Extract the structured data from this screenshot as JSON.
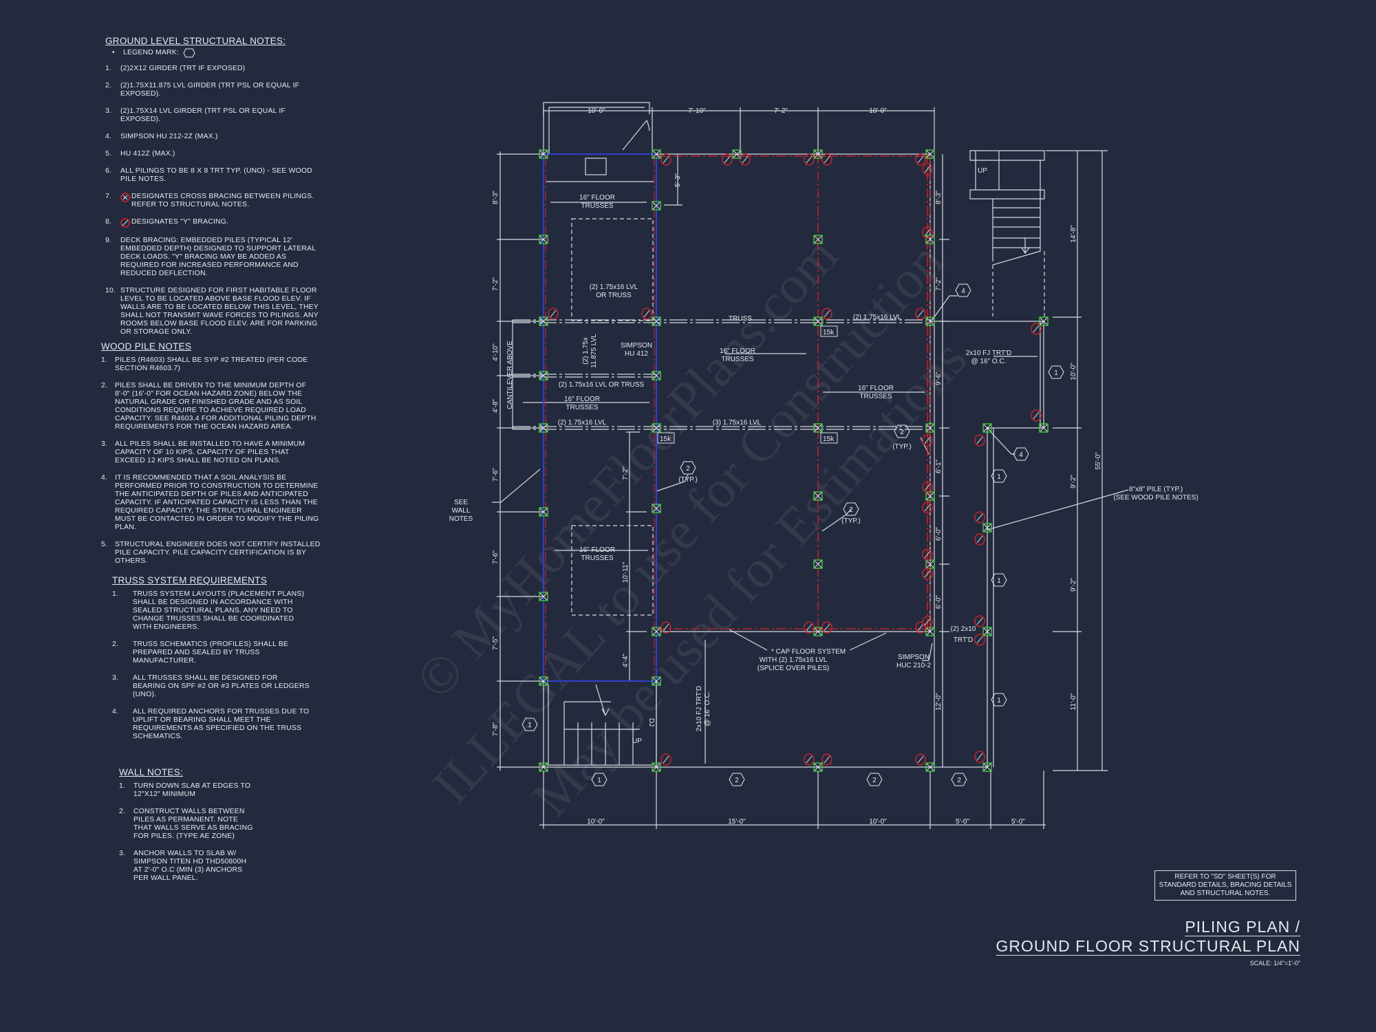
{
  "ground_notes": {
    "title": "GROUND LEVEL STRUCTURAL NOTES:",
    "legend_label": "LEGEND MARK:",
    "items": [
      {
        "n": "1.",
        "t": "(2)2X12 GIRDER (TRT IF EXPOSED)"
      },
      {
        "n": "2.",
        "t": "(2)1.75x11.875 LVL GIRDER (TRT PSL OR EQUAL IF EXPOSED)."
      },
      {
        "n": "3.",
        "t": "(2)1.75x14 LVL GIRDER (TRT PSL OR EQUAL IF EXPOSED)."
      },
      {
        "n": "4.",
        "t": "SIMPSON HU 212-2Z (MAX.)"
      },
      {
        "n": "5.",
        "t": "HU 412Z (MAX.)"
      },
      {
        "n": "6.",
        "t": "ALL PILINGS TO BE 8 x 8 TRT TYP. (UNO) - SEE WOOD PILE NOTES."
      },
      {
        "n": "7.",
        "t": "DESIGNATES CROSS BRACING BETWEEN PILINGS. REFER TO STRUCTURAL NOTES."
      },
      {
        "n": "8.",
        "t": "DESIGNATES \"Y\" BRACING."
      },
      {
        "n": "9.",
        "t": "DECK BRACING: EMBEDDED PILES (TYPICAL 12' EMBEDDED DEPTH) DESIGNED TO SUPPORT LATERAL DECK LOADS. \"Y\" BRACING MAY BE ADDED AS REQUIRED FOR INCREASED PERFORMANCE AND REDUCED DEFLECTION."
      },
      {
        "n": "10.",
        "t": "STRUCTURE DESIGNED FOR FIRST HABITABLE FLOOR LEVEL TO BE LOCATED ABOVE BASE FLOOD ELEV. IF WALLS ARE TO BE LOCATED BELOW THIS LEVEL, THEY SHALL NOT TRANSMIT WAVE FORCES TO PILINGS. ANY ROOMS BELOW BASE FLOOD ELEV. ARE FOR PARKING OR STORAGE ONLY."
      }
    ]
  },
  "wood_pile_notes": {
    "title": "WOOD PILE NOTES",
    "items": [
      {
        "n": "1.",
        "t": "PILES (R4603) SHALL BE SYP #2 TREATED (PER CODE SECTION R4603.7)"
      },
      {
        "n": "2.",
        "t": "PILES SHALL BE DRIVEN TO THE MINIMUM DEPTH OF 8'-0\" (16'-0\" FOR OCEAN HAZARD ZONE) BELOW THE NATURAL GRADE OR FINISHED GRADE AND AS SOIL CONDITIONS REQUIRE TO ACHIEVE REQUIRED LOAD CAPACITY. SEE R4603.4 FOR ADDITIONAL PILING DEPTH REQUIREMENTS FOR THE OCEAN HAZARD AREA."
      },
      {
        "n": "3.",
        "t": "ALL PILES SHALL BE INSTALLED TO HAVE A MINIMUM CAPACITY OF 10 KIPS. CAPACITY OF PILES THAT EXCEED 12 KIPS SHALL BE NOTED ON PLANS."
      },
      {
        "n": "4.",
        "t": "IT IS RECOMMENDED THAT A SOIL ANALYSIS BE PERFORMED PRIOR TO CONSTRUCTION TO DETERMINE THE ANTICIPATED DEPTH OF PILES AND ANTICIPATED CAPACITY. IF ANTICIPATED CAPACITY IS LESS THAN THE REQUIRED CAPACITY, THE STRUCTURAL ENGINEER MUST BE CONTACTED IN ORDER TO MODIFY THE PILING PLAN."
      },
      {
        "n": "5.",
        "t": "STRUCTURAL ENGINEER DOES NOT CERTIFY INSTALLED PILE CAPACITY. PILE CAPACITY CERTIFICATION IS BY OTHERS."
      }
    ]
  },
  "truss_notes": {
    "title": "TRUSS SYSTEM REQUIREMENTS",
    "items": [
      {
        "n": "1.",
        "t": "TRUSS SYSTEM LAYOUTS (PLACEMENT PLANS) SHALL BE DESIGNED IN ACCORDANCE WITH SEALED STRUCTURAL PLANS. ANY NEED TO CHANGE TRUSSES SHALL BE COORDINATED WITH ENGINEERS."
      },
      {
        "n": "2.",
        "t": "TRUSS SCHEMATICS (PROFILES) SHALL BE PREPARED AND SEALED BY TRUSS MANUFACTURER."
      },
      {
        "n": "3.",
        "t": "ALL TRUSSES SHALL BE DESIGNED FOR BEARING ON SPF #2 OR #3 PLATES OR LEDGERS (UNO)."
      },
      {
        "n": "4.",
        "t": "ALL REQUIRED ANCHORS FOR TRUSSES DUE TO UPLIFT OR BEARING SHALL MEET THE REQUIREMENTS AS SPECIFIED ON THE TRUSS SCHEMATICS."
      }
    ]
  },
  "wall_notes": {
    "title": "WALL NOTES:",
    "items": [
      {
        "n": "1.",
        "t": "TURN DOWN SLAB AT EDGES TO 12\"x12\" MINIMUM"
      },
      {
        "n": "2.",
        "t": "CONSTRUCT WALLS BETWEEN PILES AS PERMANENT. NOTE THAT WALLS SERVE AS BRACING FOR PILES. (TYPE AE ZONE)"
      },
      {
        "n": "3.",
        "t": "ANCHOR WALLS TO SLAB W/ SIMPSON TITEN HD THD50800H AT 2'-0\" O.C (MIN (3) ANCHORS PER WALL PANEL."
      }
    ]
  },
  "plan": {
    "dims_top": [
      "10'-0\"",
      "7'-10\"",
      "7'-2\"",
      "10'-0\""
    ],
    "dims_left": [
      "8'-3\"",
      "7'-2\"",
      "4'-10\"",
      "4'-8\"",
      "7'-6\"",
      "7'-6\"",
      "7'-5\"",
      "7'-8\""
    ],
    "dims_interior": [
      "5'-3\"",
      "7'-2\"",
      "10'-11\"",
      "4'-4\""
    ],
    "dims_right_inner": [
      "8'-3\"",
      "7'-2\"",
      "9'-6\"",
      "6'-1\"",
      "6'-0\"",
      "6'-0\"",
      "12'-0\""
    ],
    "dims_far_right": [
      "14'-8\"",
      "10'-0\"",
      "9'-2\"",
      "9'-2\"",
      "11'-0\""
    ],
    "overall_depth": "55'-0\"",
    "dims_bottom": [
      "10'-0\"",
      "15'-0\"",
      "10'-0\"",
      "5'-0\"",
      "5'-0\""
    ],
    "hex_marks": [
      "1",
      "2",
      "2",
      "2",
      "1",
      "1",
      "1",
      "1",
      "1",
      "4",
      "4",
      "2",
      "2",
      "2",
      "2"
    ],
    "typ": "(TYP.)",
    "floor_trusses": [
      "16\" FLOOR",
      "TRUSSES"
    ],
    "lvl_or_truss": [
      "(2) 1.75x16 LVL",
      "OR TRUSS"
    ],
    "truss": "TRUSS",
    "lvl_2": "(2) 1.75x16 LVL",
    "lvl_3": "(3) 1.75x16 LVL",
    "lvl_2_or_truss": "(2) 1.75x16 LVL OR TRUSS",
    "lvl_11875": [
      "(2) 1.75x",
      "11.875 LVL"
    ],
    "simpson_hu": [
      "SIMPSON",
      "HU 412"
    ],
    "cantilever": "CANTILEVER ABOVE",
    "kips": "15k",
    "joist": [
      "2x10 FJ TRT'D",
      "@ 16\" O.C."
    ],
    "see_wall_notes": [
      "SEE",
      "WALL",
      "NOTES"
    ],
    "pile_callout": [
      "8\"x8\" PILE (TYP.)",
      "(SEE WOOD PILE NOTES)"
    ],
    "cap_floor": [
      "* CAP FLOOR SYSTEM",
      "WITH (2) 1.75x16 LVL",
      "(SPLICE OVER PILES)"
    ],
    "simpson_huc": [
      "SIMPSON",
      "HUC 210-2"
    ],
    "two_by_ten": [
      "(2) 2x10",
      "TRT'D"
    ],
    "up": "UP",
    "dj": "DJ",
    "colors": {
      "wall": "#2f3fd0",
      "beam_line": "#d8242b",
      "pile": "#3ec43e",
      "brace": "#d8242b",
      "line": "#d8dbe3"
    }
  },
  "refer_note": "REFER TO \"SD\" SHEET(S) FOR STANDARD DETAILS, BRACING DETAILS AND STRUCTURAL NOTES.",
  "title": {
    "line1": "PILING PLAN /",
    "line2": "GROUND FLOOR STRUCTURAL PLAN",
    "scale": "SCALE: 1/4\"=1'-0\""
  },
  "watermark": [
    "© MyHomeFloorPlans.com",
    "ILLEGAL to use for Construction",
    "May be used for Estimations"
  ],
  "background": "#242a3d"
}
